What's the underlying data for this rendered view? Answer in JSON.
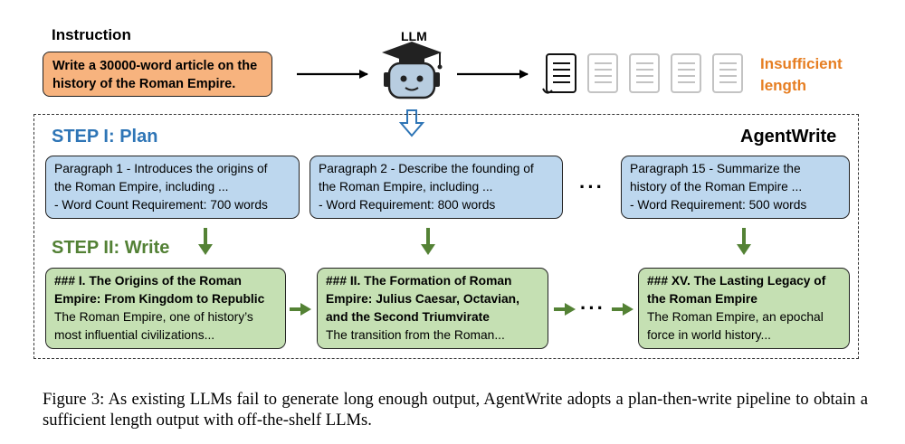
{
  "instruction": {
    "label": "Instruction",
    "text_line1": "Write a 30000-word article on the",
    "text_line2": "history of the Roman Empire."
  },
  "llm": {
    "label": "LLM",
    "icon": "robot-graduate-icon"
  },
  "output": {
    "line1": "Insufficient",
    "line2": "length",
    "color": "#e67e22"
  },
  "agentwrite": {
    "title": "AgentWrite",
    "step1": "STEP I: Plan",
    "step2": "STEP II: Write",
    "plan": [
      {
        "line1": "Paragraph 1 - Introduces the origins of",
        "line2": "the Roman Empire, including ...",
        "line3": "- Word Count Requirement: 700 words"
      },
      {
        "line1": "Paragraph 2 - Describe the founding of",
        "line2": "the Roman Empire, including ...",
        "line3": "- Word Requirement: 800 words"
      },
      {
        "line1": "Paragraph 15 - Summarize the",
        "line2": "history of the Roman Empire ...",
        "line3": "- Word Requirement: 500 words"
      }
    ],
    "write": [
      {
        "line1": "### I. The Origins of the Roman",
        "line2": "Empire: From Kingdom to Republic",
        "line3": "The Roman Empire, one of history’s",
        "line4": "most influential civilizations..."
      },
      {
        "line1": "### II. The Formation of Roman",
        "line2": "Empire: Julius Caesar, Octavian,",
        "line3": "and the Second Triumvirate",
        "line4": "The transition from the Roman..."
      },
      {
        "line1": "### XV. The Lasting Legacy of",
        "line2": "the Roman Empire",
        "line3": "The Roman Empire, an epochal",
        "line4": "force in world history..."
      }
    ],
    "ellipsis": "···"
  },
  "caption": "Figure 3: As existing LLMs fail to generate long enough output, AgentWrite adopts a plan-then-write pipeline to obtain a sufficient length output with off-the-shelf LLMs.",
  "colors": {
    "plan_fill": "#bdd7ee",
    "write_fill": "#c5e0b3",
    "instruction_fill": "#f7b37e",
    "plan_title": "#2e75b6",
    "write_title": "#538135",
    "arrow_green": "#548235",
    "arrow_blue": "#2e75b6"
  }
}
